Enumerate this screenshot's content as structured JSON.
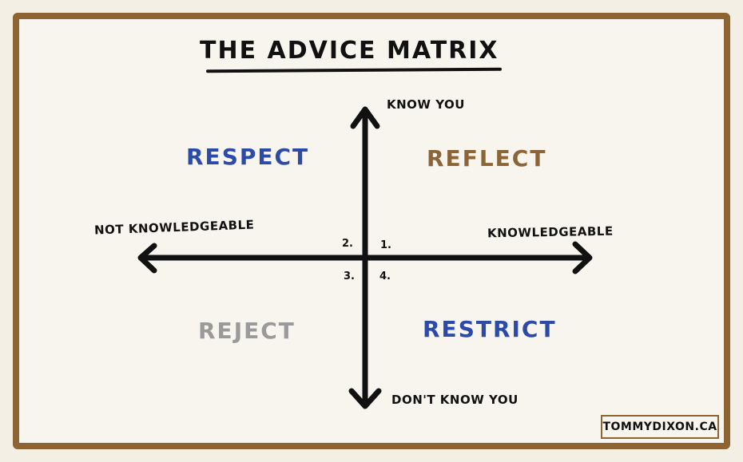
{
  "title": "THE ADVICE MATRIX",
  "axes": {
    "top": "KNOW YOU",
    "bottom": "DON'T KNOW YOU",
    "left": "NOT KNOWLEDGEABLE",
    "right": "KNOWLEDGEABLE"
  },
  "quadrants": {
    "q1": {
      "number": "1.",
      "label": "REFLECT",
      "color": "#8b6537"
    },
    "q2": {
      "number": "2.",
      "label": "RESPECT",
      "color": "#2c4aa8"
    },
    "q3": {
      "number": "3.",
      "label": "REJECT",
      "color": "#9a9a9a"
    },
    "q4": {
      "number": "4.",
      "label": "RESTRICT",
      "color": "#2c4aa8"
    }
  },
  "credit": "TOMMYDIXON.CA",
  "colors": {
    "frame": "#8d6432",
    "ink": "#111111",
    "paper": "#f8f5ee"
  }
}
